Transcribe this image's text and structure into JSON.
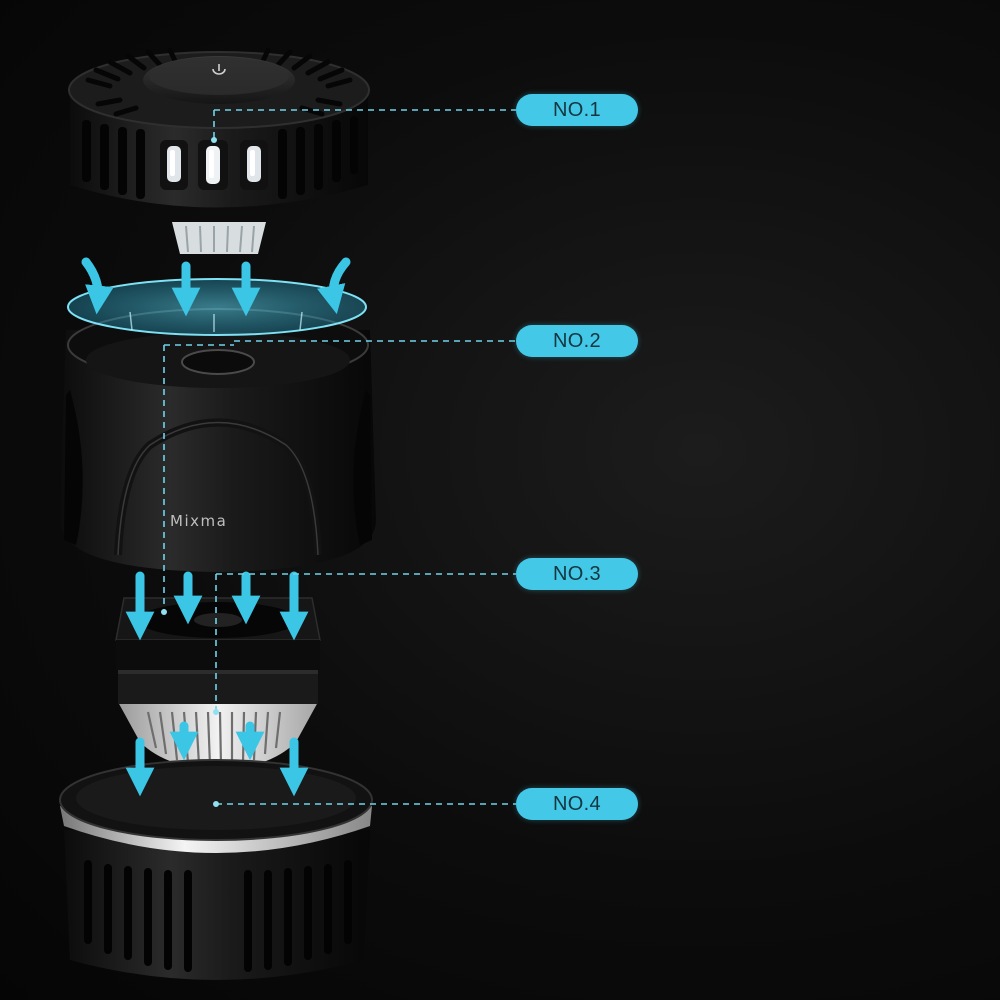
{
  "brand_logo": "Mixma",
  "colors": {
    "accent": "#43c8e8",
    "label_text": "#14363f",
    "leader_line": "#6fd4ea"
  },
  "labels": [
    {
      "text": "NO.1",
      "part": "top-cover"
    },
    {
      "text": "NO.2",
      "part": "main-body"
    },
    {
      "text": "NO.3",
      "part": "fan-module"
    },
    {
      "text": "NO.4",
      "part": "collection-base"
    }
  ]
}
